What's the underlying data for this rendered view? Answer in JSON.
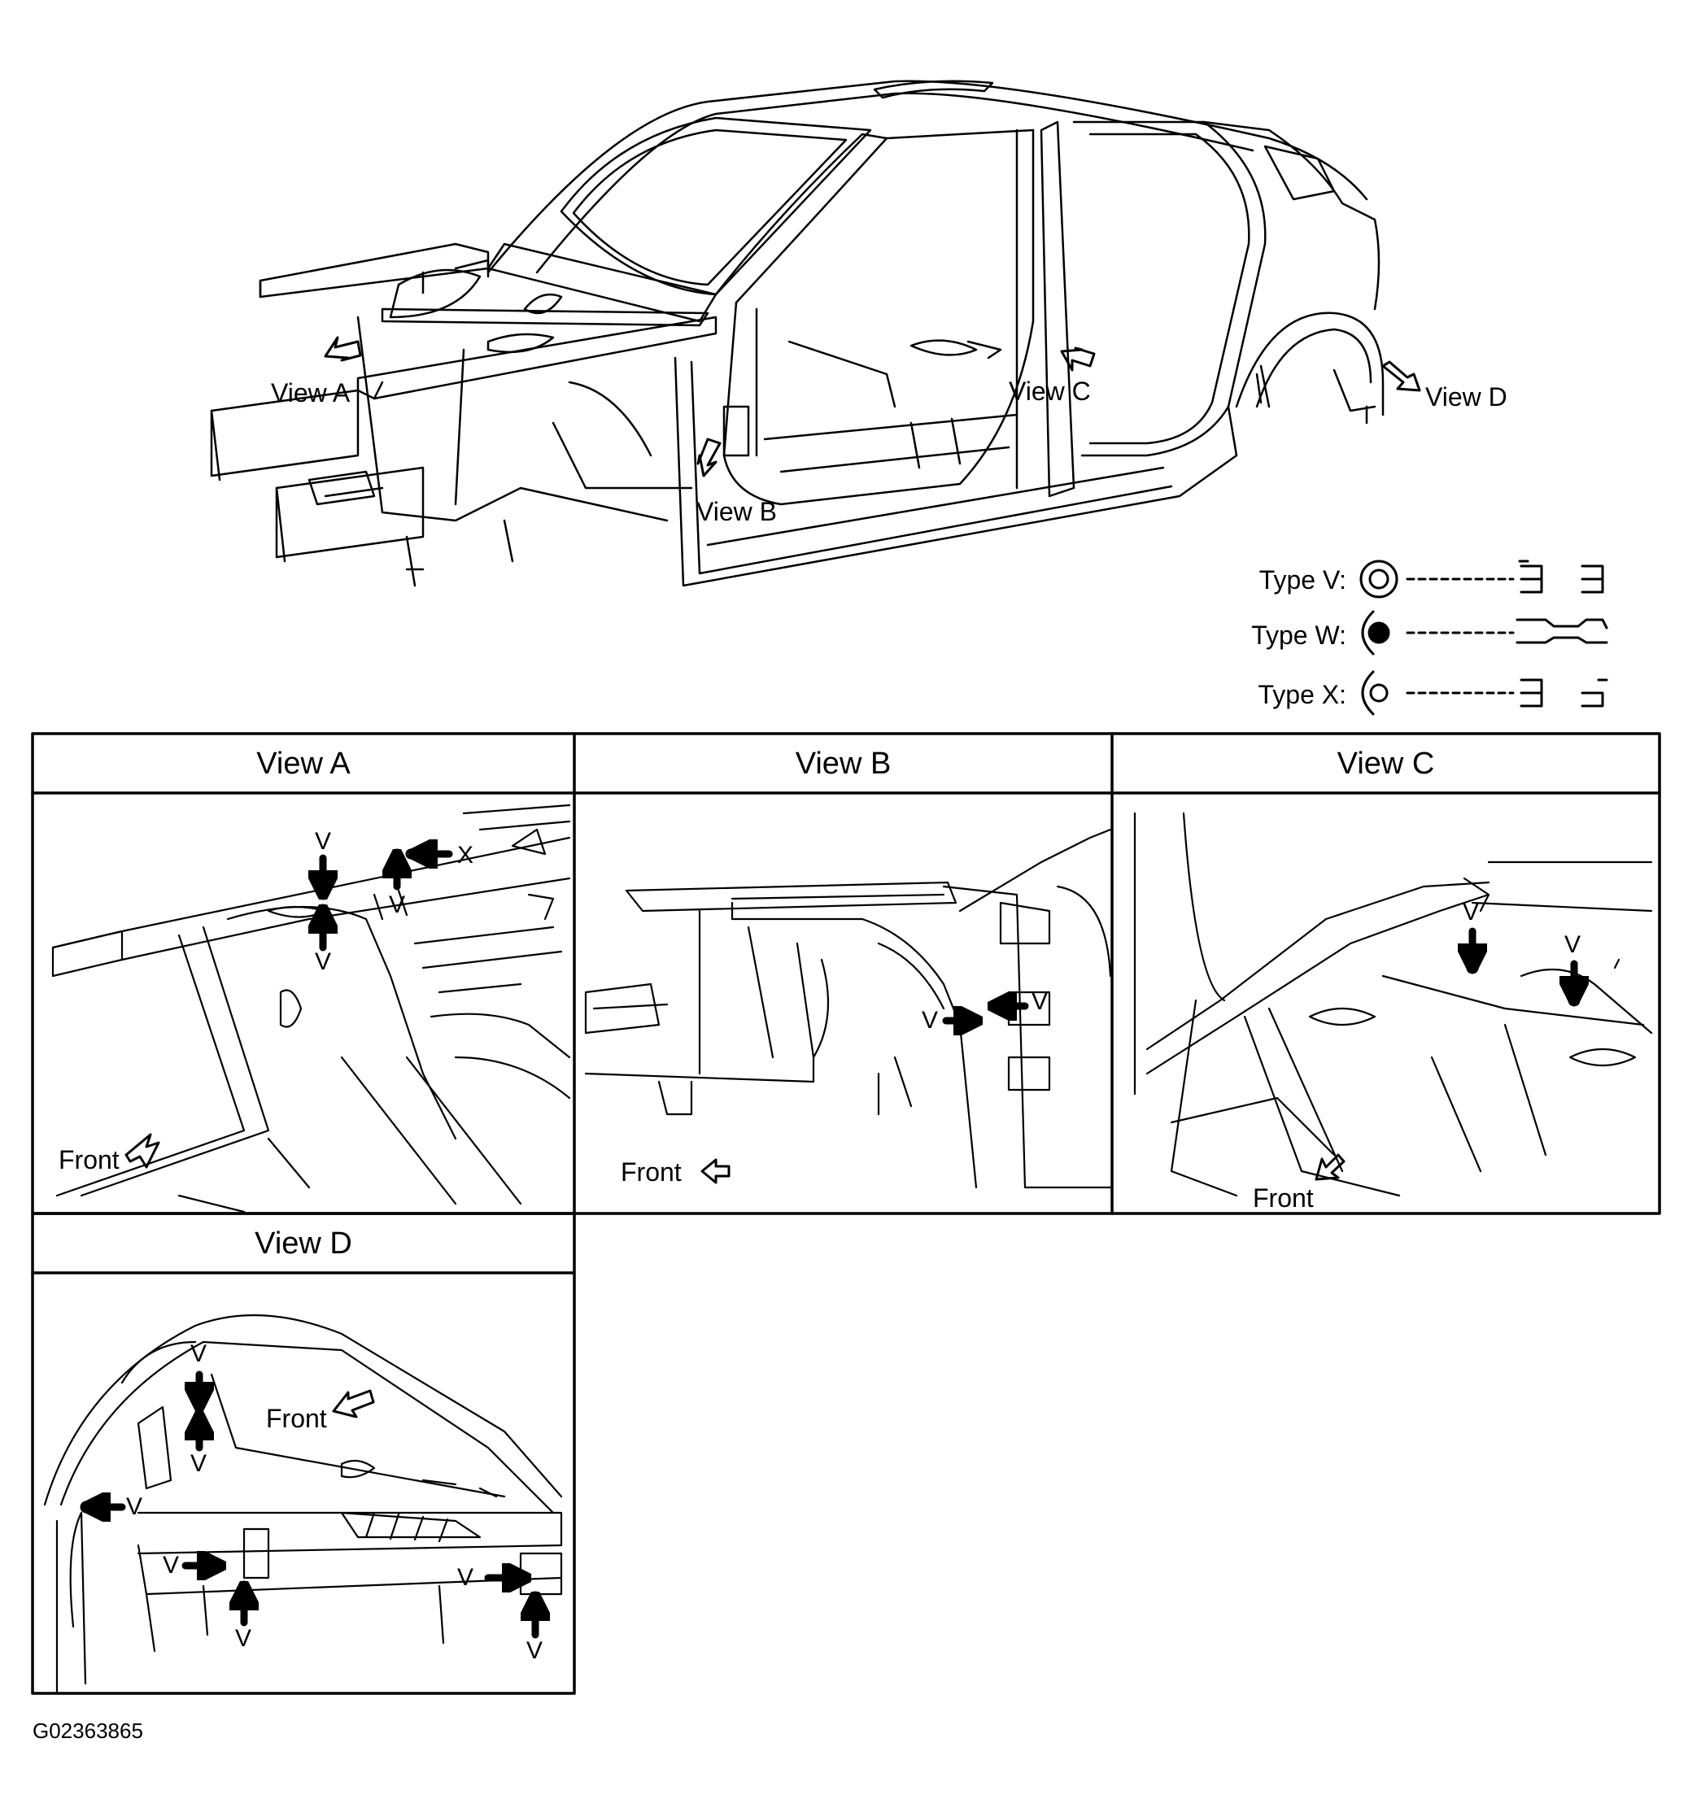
{
  "overview": {
    "callouts": [
      "View A",
      "View B",
      "View C",
      "View D"
    ]
  },
  "legend": [
    {
      "label": "Type V:",
      "symbol": "double-circle"
    },
    {
      "label": "Type W:",
      "symbol": "half-filled-circle"
    },
    {
      "label": "Type X:",
      "symbol": "half-circle-ring"
    }
  ],
  "panels": {
    "a": {
      "title": "View A",
      "front": "Front",
      "marks": [
        "V",
        "V",
        "V",
        "X"
      ]
    },
    "b": {
      "title": "View B",
      "front": "Front",
      "marks": [
        "V",
        "V"
      ]
    },
    "c": {
      "title": "View C",
      "front": "Front",
      "marks": [
        "V",
        "V"
      ]
    },
    "d": {
      "title": "View D",
      "front": "Front",
      "marks": [
        "V",
        "V",
        "V",
        "V",
        "V",
        "V",
        "V"
      ]
    }
  },
  "figure_id": "G02363865",
  "colors": {
    "line": "#000000",
    "background": "#ffffff"
  }
}
